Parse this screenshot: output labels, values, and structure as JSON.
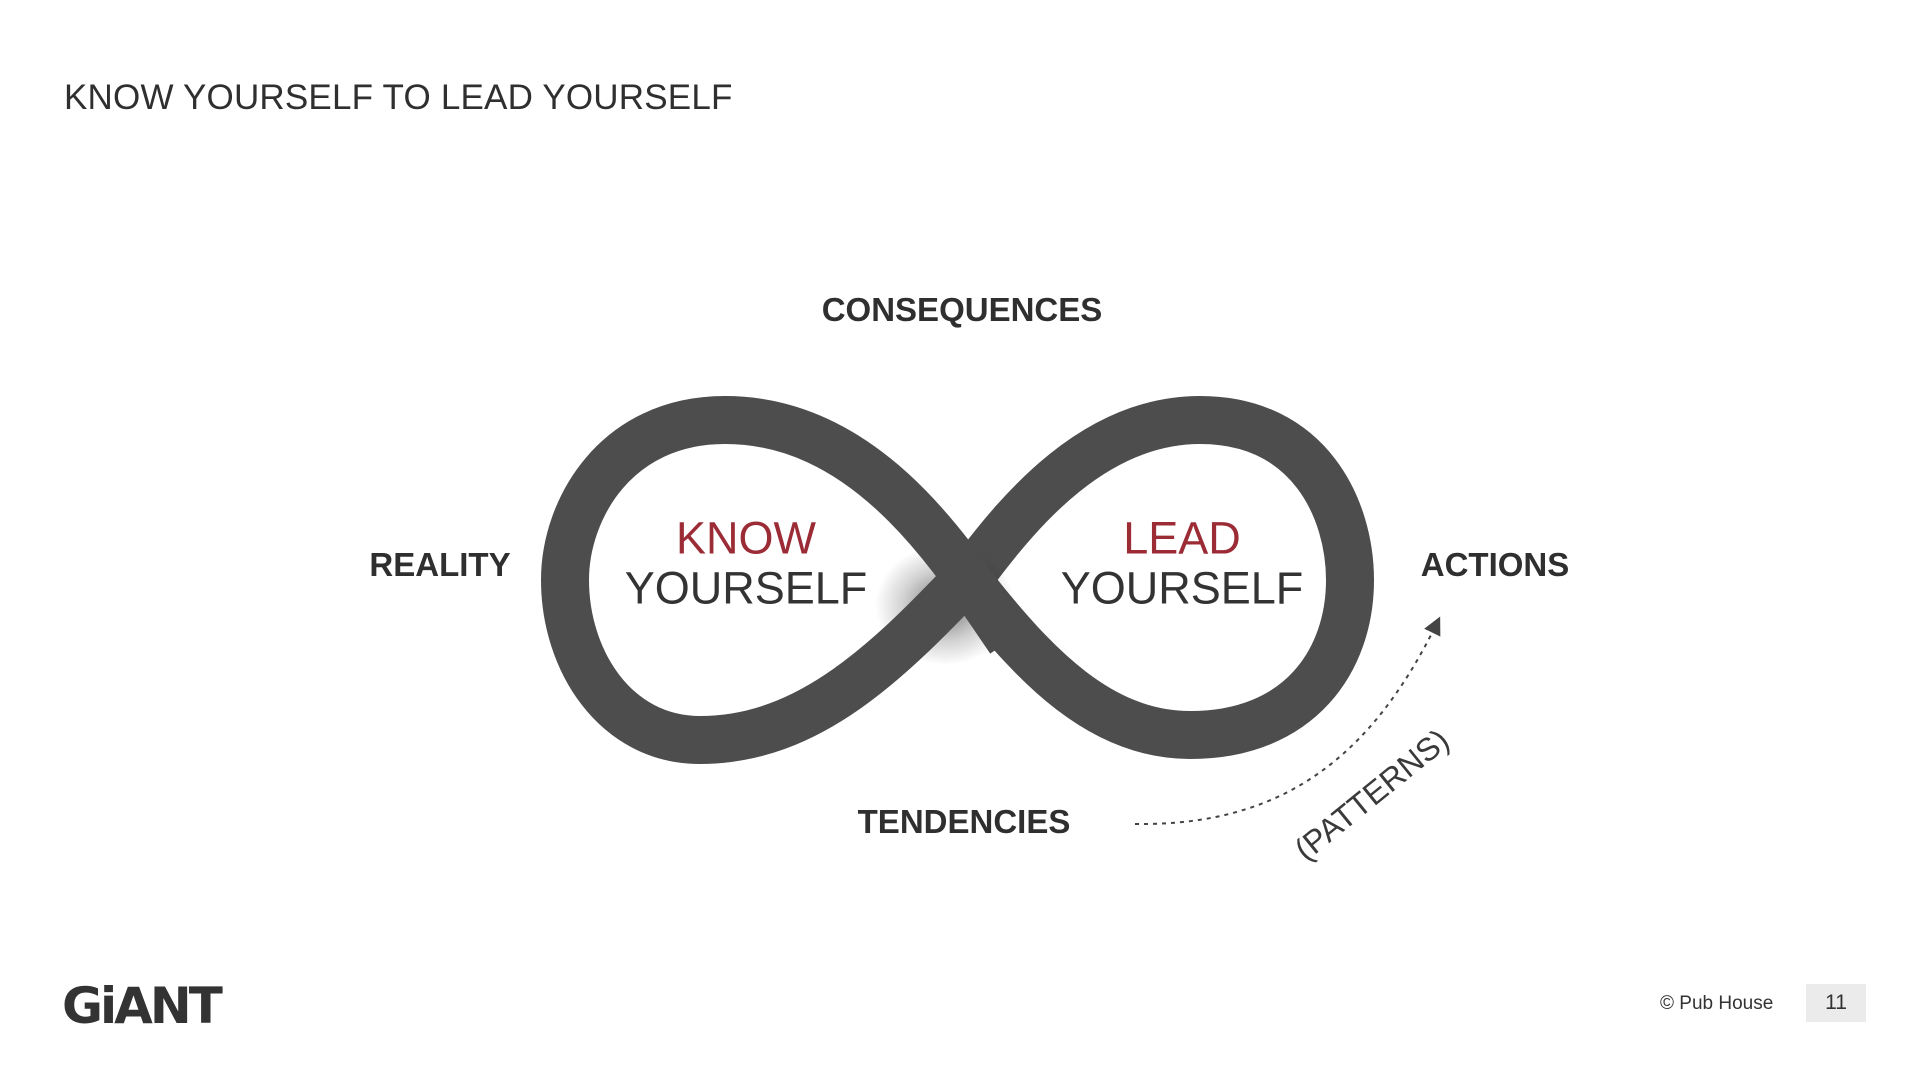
{
  "title": "KNOW YOURSELF TO LEAD YOURSELF",
  "diagram": {
    "stages": {
      "top": "CONSEQUENCES",
      "left": "REALITY",
      "right": "ACTIONS",
      "bottom": "TENDENCIES"
    },
    "left_loop": {
      "accent": "KNOW",
      "main": "YOURSELF"
    },
    "right_loop": {
      "accent": "LEAD",
      "main": "YOURSELF"
    },
    "arrow_label": "(PATTERNS)",
    "colors": {
      "band": "#4d4d4d",
      "accent": "#9b2c36",
      "text": "#333333"
    }
  },
  "footer": {
    "logo": "GiANT",
    "copyright": "© Pub House",
    "page_number": "11"
  }
}
